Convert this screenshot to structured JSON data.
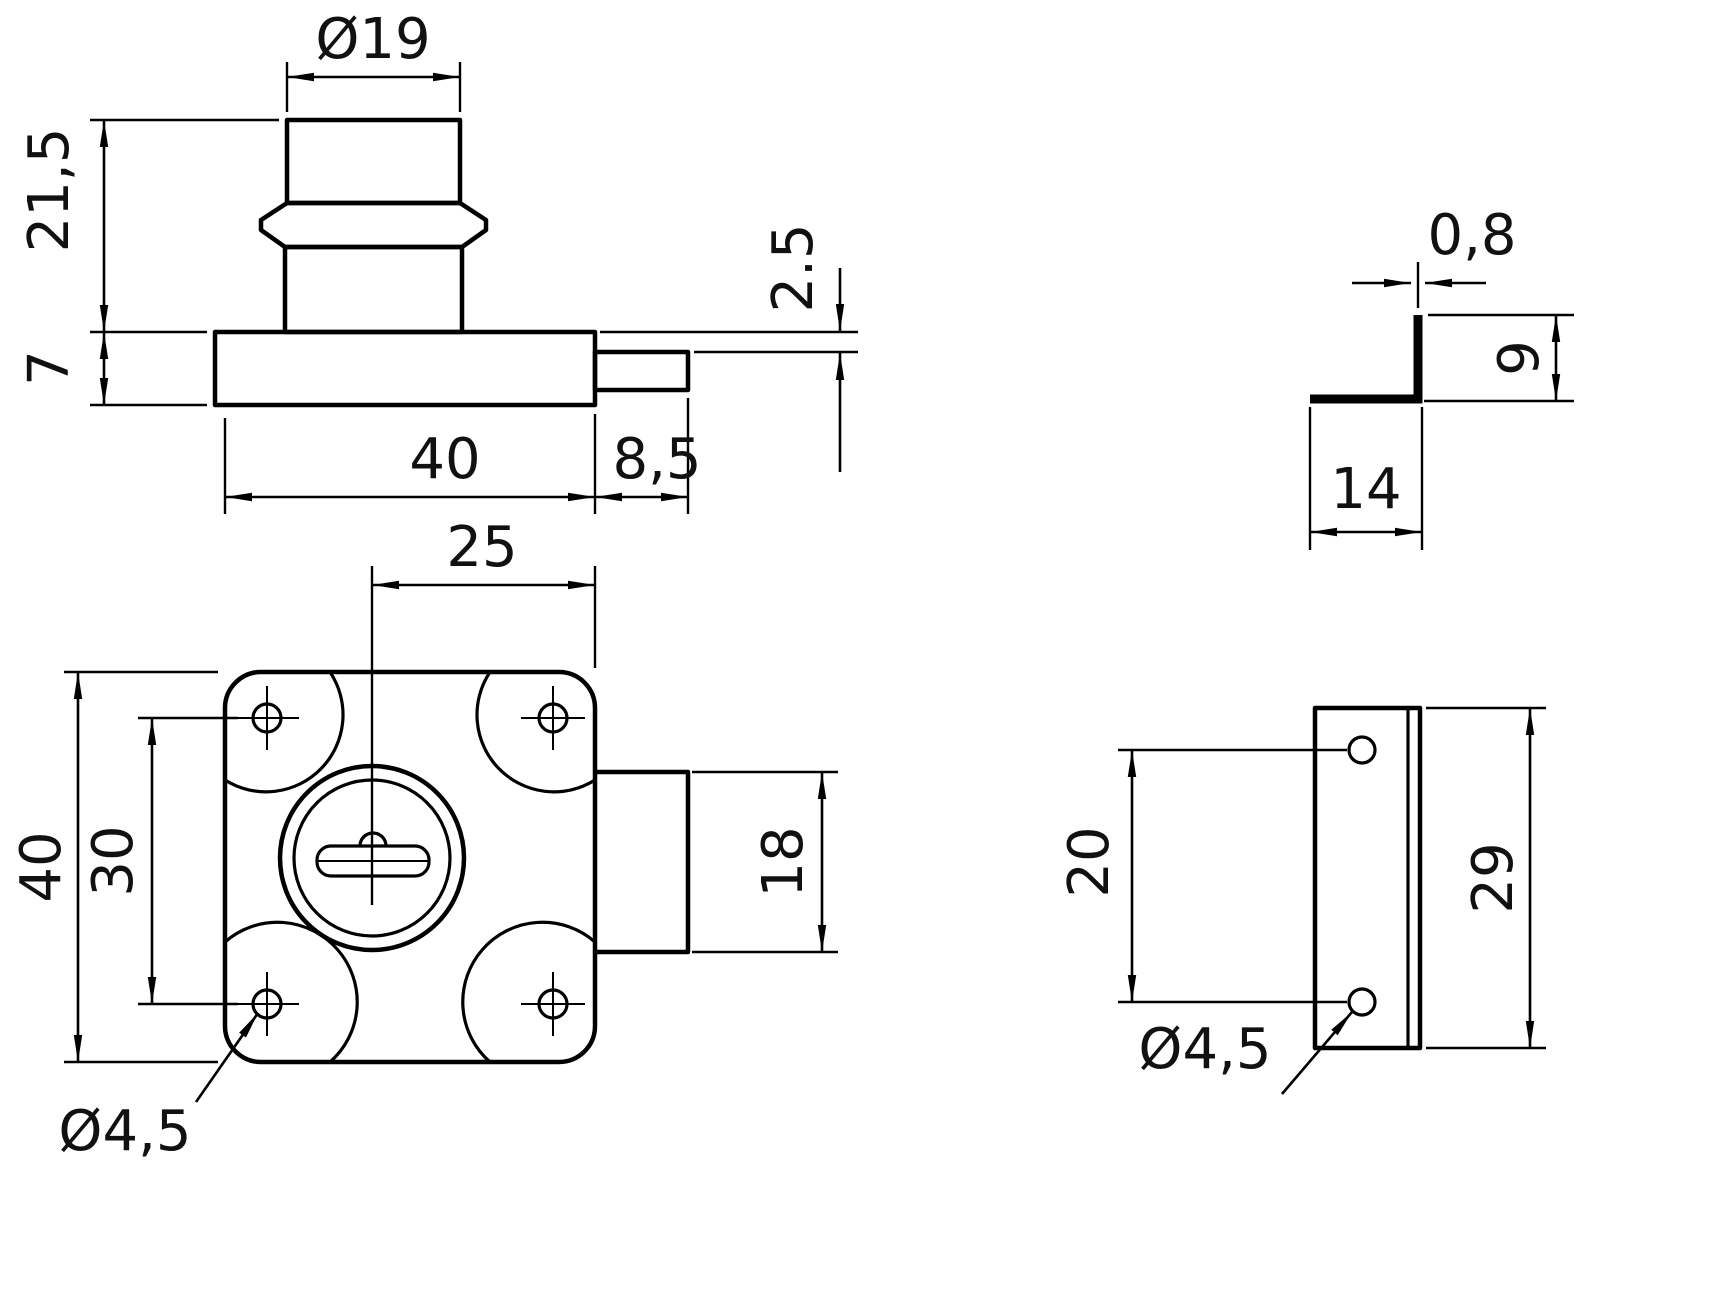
{
  "colors": {
    "line": "#000000",
    "background": "#ffffff",
    "text": "#111111"
  },
  "side_view": {
    "dim_cylinder_diameter": "Ø19",
    "dim_cylinder_height": "21,5",
    "dim_plate_height": "7",
    "dim_bolt_offset": "2.5",
    "dim_body_width": "40",
    "dim_bolt_extension": "8,5"
  },
  "front_view": {
    "dim_key_center": "25",
    "dim_hole_spacing": "30",
    "dim_body_height": "40",
    "dim_bolt_height": "18",
    "dim_hole_diameter": "Ø4,5"
  },
  "bracket_side_view": {
    "dim_thickness": "0,8",
    "dim_flange_height": "9",
    "dim_width": "14"
  },
  "bracket_front_view": {
    "dim_hole_spacing": "20",
    "dim_plate_height": "29",
    "dim_hole_diameter": "Ø4,5"
  }
}
